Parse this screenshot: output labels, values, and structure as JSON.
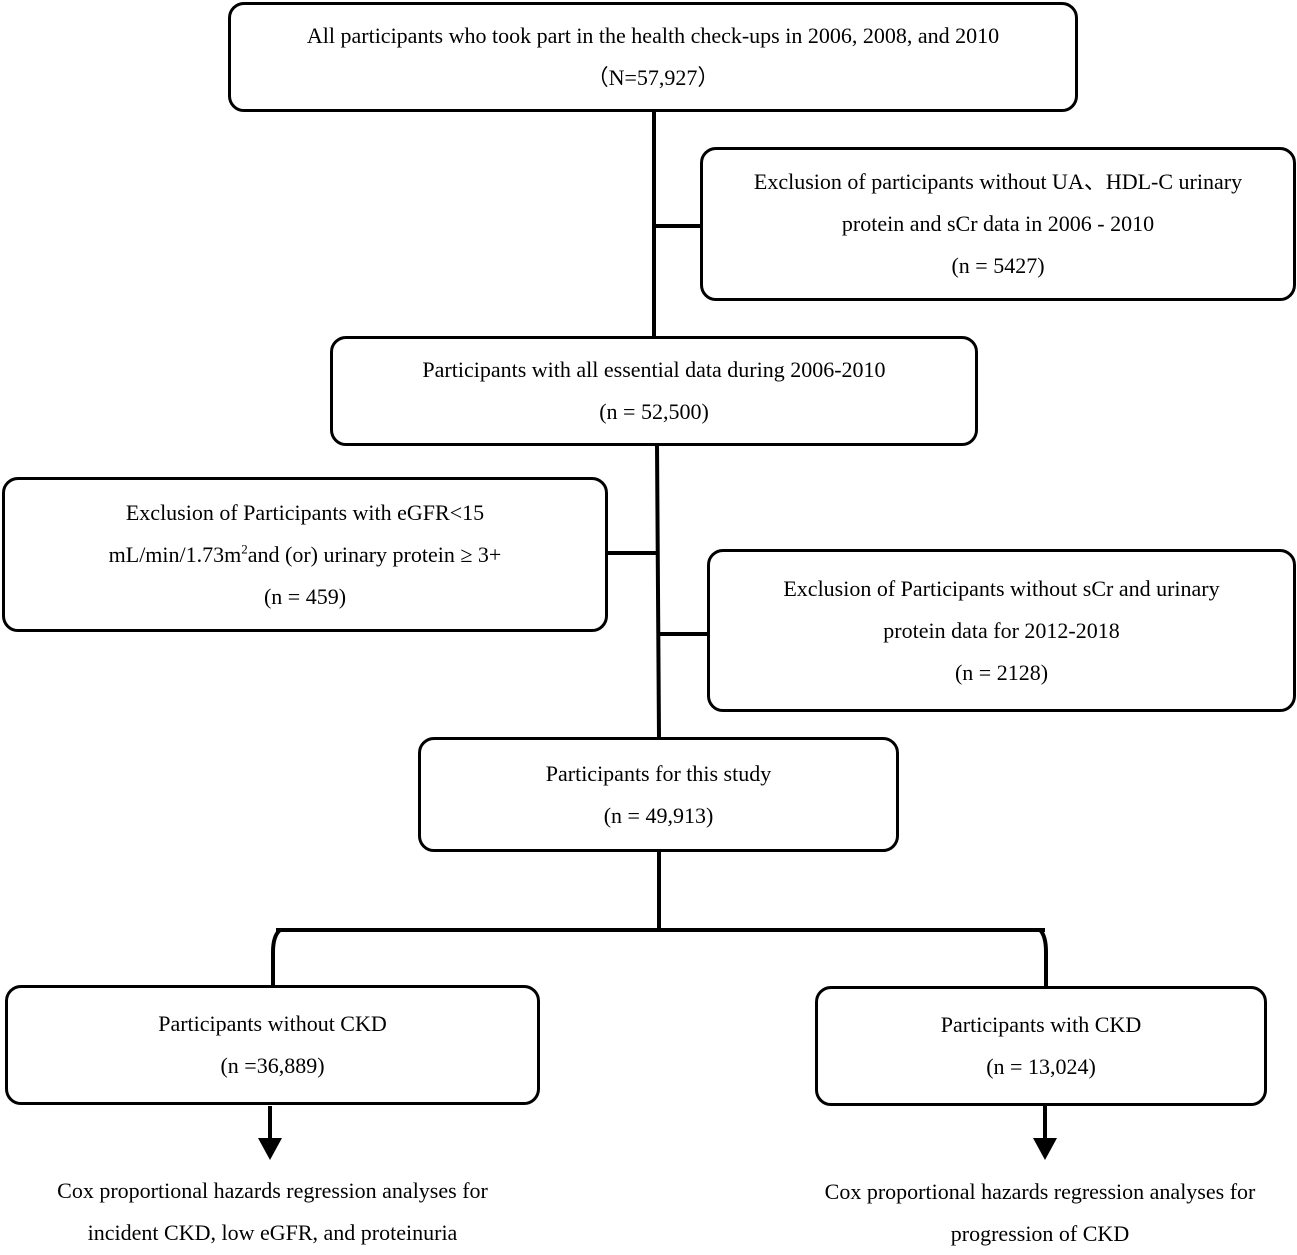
{
  "nodes": {
    "all_participants": {
      "line1": "All participants who took part in the health check-ups in 2006, 2008, and 2010",
      "line2": "（N=57,927）"
    },
    "exclusion_missing_data": {
      "line1": "Exclusion of participants without UA、HDL-C urinary",
      "line2": "protein and sCr data in 2006 - 2010",
      "line3": "(n = 5427)"
    },
    "essential_data": {
      "line1": "Participants with all essential data during 2006-2010",
      "line2": "(n = 52,500)"
    },
    "exclusion_egfr": {
      "line1": "Exclusion of Participants with eGFR<15",
      "line2_pre": "mL/min/1.73m",
      "line2_sup": "2",
      "line2_post": "and (or) urinary protein ≥ 3+",
      "line3": "(n = 459)"
    },
    "exclusion_followup": {
      "line1": "Exclusion of Participants without sCr and urinary",
      "line2": "protein data for 2012-2018",
      "line3": "(n = 2128)"
    },
    "study_participants": {
      "line1": "Participants for this study",
      "line2": "(n = 49,913)"
    },
    "without_ckd": {
      "line1": "Participants without CKD",
      "line2": "(n =36,889)"
    },
    "with_ckd": {
      "line1": "Participants with CKD",
      "line2": "(n = 13,024)"
    },
    "analysis_without_ckd": {
      "line1": "Cox proportional hazards regression analyses for",
      "line2": "incident CKD, low eGFR, and proteinuria"
    },
    "analysis_with_ckd": {
      "line1": "Cox proportional hazards regression analyses for",
      "line2": "progression of CKD"
    }
  }
}
